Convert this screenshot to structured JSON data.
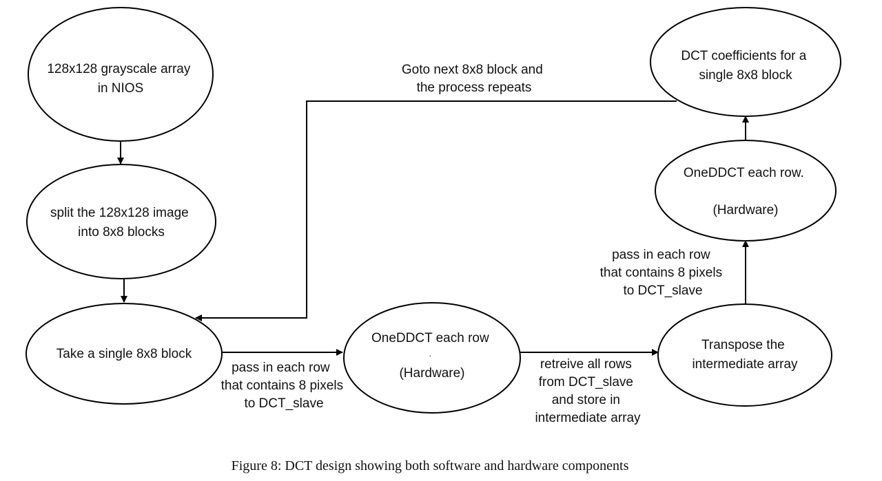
{
  "nodes": {
    "grayscale_array": [
      "128x128 grayscale array",
      "in NIOS"
    ],
    "split_image": [
      "split the 128x128 image",
      "into 8x8 blocks"
    ],
    "single_block": [
      "Take a single 8x8 block"
    ],
    "onedct_row_1": [
      "OneDDCT each row",
      ".",
      "(Hardware)"
    ],
    "transpose": [
      "Transpose the",
      "intermediate array"
    ],
    "onedct_row_2": [
      "OneDDCT each row.",
      "",
      "(Hardware)"
    ],
    "dct_coefficients": [
      "DCT coefficients for a",
      "single 8x8 block"
    ]
  },
  "edges": {
    "pass_rows_1": [
      "pass in each row",
      "that contains 8 pixels",
      "to DCT_slave"
    ],
    "retrieve_rows": [
      "retreive all rows",
      "from DCT_slave",
      "and store in",
      "intermediate array"
    ],
    "pass_rows_2": [
      "pass in each row",
      "that contains 8 pixels",
      "to DCT_slave"
    ],
    "next_block": [
      "Goto next 8x8 block and",
      "the process repeats"
    ]
  },
  "caption": "Figure 8: DCT design showing both software and hardware components"
}
